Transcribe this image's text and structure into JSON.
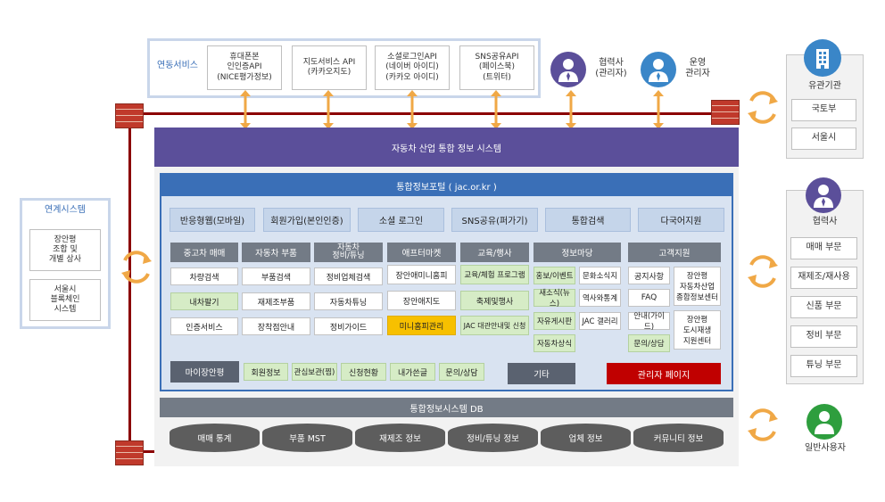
{
  "linked_services": {
    "label": "연동서비스",
    "items": [
      "휴대폰본\n인인증API\n(NICE평가정보)",
      "지도서비스 API\n(카카오지도)",
      "소셜로그인API\n(네이버 아이디)\n(카카오 아이디)",
      "SNS공유API\n(페이스북)\n(트위터)"
    ]
  },
  "top_actors": [
    {
      "label": "협력사\n(관리자)",
      "color": "#5b4f9a"
    },
    {
      "label": "운영\n관리자",
      "color": "#3a86c8"
    }
  ],
  "main_system": "자동차 산업 통합 정보 시스템",
  "portal": {
    "title": "통합정보포털 ( jac.or.kr )",
    "top_buttons": [
      "반응형웹(모바일)",
      "회원가입(본인인증)",
      "소셜 로그인",
      "SNS공유(퍼가기)",
      "통합검색",
      "다국어지원"
    ],
    "columns": [
      {
        "header": "중고차 매매",
        "items": [
          {
            "t": "차량검색",
            "s": "w"
          },
          {
            "t": "내차팔기",
            "s": "g"
          },
          {
            "t": "인증서비스",
            "s": "w"
          }
        ]
      },
      {
        "header": "자동차 부품",
        "items": [
          {
            "t": "부품검색",
            "s": "w"
          },
          {
            "t": "재제조부품",
            "s": "w"
          },
          {
            "t": "장착점안내",
            "s": "w"
          }
        ]
      },
      {
        "header": "자동차\n정비/튜닝",
        "items": [
          {
            "t": "정비업체검색",
            "s": "w"
          },
          {
            "t": "자동차튜닝",
            "s": "w"
          },
          {
            "t": "정비가이드",
            "s": "w"
          }
        ]
      },
      {
        "header": "애프터마켓",
        "items": [
          {
            "t": "장안애미니홈피",
            "s": "w"
          },
          {
            "t": "장안애지도",
            "s": "w"
          },
          {
            "t": "미니홈피관리",
            "s": "y"
          }
        ]
      },
      {
        "header": "교육/행사",
        "items": [
          {
            "t": "교육/체험 프로그램",
            "s": "g"
          },
          {
            "t": "축제및행사",
            "s": "g"
          },
          {
            "t": "JAC 대관안내및 신청",
            "s": "g"
          }
        ]
      }
    ],
    "info_madang": {
      "header": "정보마당",
      "left": [
        "홍보/이벤트",
        "새소식(뉴스)",
        "자유게시판",
        "자동차상식"
      ],
      "right": [
        "문화소식지",
        "역사와통계",
        "JAC 갤러리"
      ]
    },
    "customer_support": {
      "header": "고객지원",
      "left": [
        {
          "t": "공지사항",
          "s": "w"
        },
        {
          "t": "FAQ",
          "s": "w"
        },
        {
          "t": "안내(가이드)",
          "s": "w"
        },
        {
          "t": "문의/상담",
          "s": "g"
        }
      ],
      "right": [
        "장안평\n자동차산업\n종합정보센터",
        "장안평\n도시재생\n지원센터"
      ]
    },
    "mypage": {
      "header": "마이장안평",
      "items": [
        "회원정보",
        "관심보관(찜)",
        "신청현황",
        "내가쓴글",
        "문의/상담"
      ]
    },
    "etc": "기타",
    "admin": "관리자 페이지"
  },
  "db": {
    "title": "통합정보시스템 DB",
    "items": [
      "매매 통계",
      "부품 MST",
      "재제조 정보",
      "정비/튜닝 정보",
      "업체 정보",
      "커뮤니티 정보"
    ]
  },
  "linked_systems": {
    "label": "연계시스템",
    "items": [
      "장안평\n조합 및\n개별 상사",
      "서울시\n블록체인\n시스템"
    ]
  },
  "related_agencies": {
    "label": "유관기관",
    "items": [
      "국토부",
      "서울시"
    ]
  },
  "partners": {
    "label": "협력사",
    "items": [
      "매매 부문",
      "재제조/재사용",
      "신품 부문",
      "정비 부문",
      "튜닝 부문"
    ]
  },
  "general_user": {
    "label": "일반사용자"
  },
  "colors": {
    "purple": "#5b4f9a",
    "blue": "#3a6fb7",
    "firewall": "#c0392b",
    "arrow": "#f0a846",
    "green_user": "#2e9e3e"
  }
}
